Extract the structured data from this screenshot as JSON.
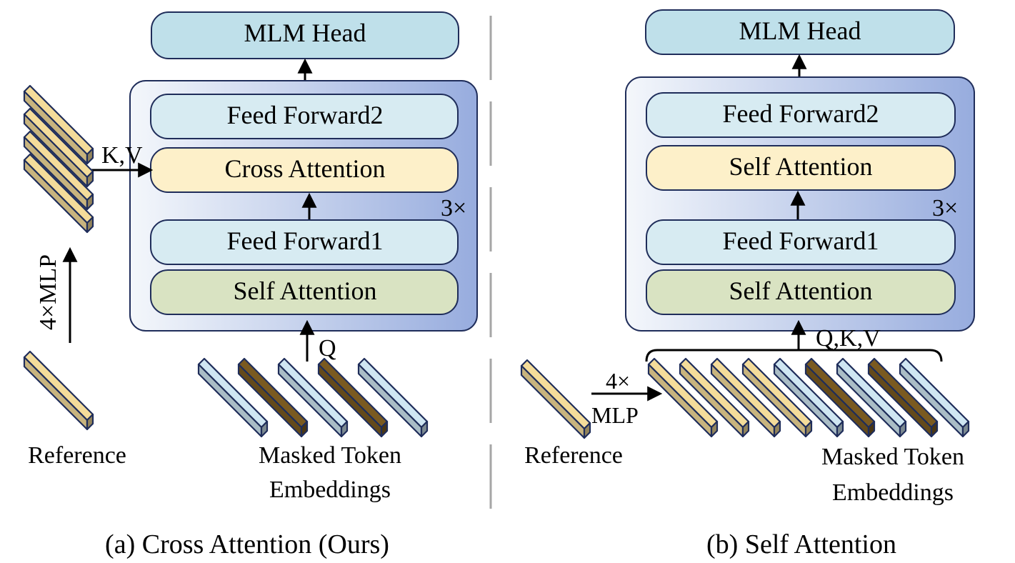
{
  "colors": {
    "head_fill": "#bfe0ea",
    "ff_fill": "#d7ebf2",
    "cross_attn_fill": "#fdf0c9",
    "self_attn_fill": "#d9e3c2",
    "container_grad_start": "#f4f7fb",
    "container_grad_end": "#97acde",
    "box_stroke": "#1f2d5a",
    "token_gold": "#f4dc9a",
    "token_light": "#cfe6f2",
    "token_dark": "#7a5a20",
    "divider": "#a6a6a6"
  },
  "panel_a": {
    "caption": "(a) Cross Attention (Ours)",
    "mlm_head": "MLM Head",
    "feed_forward2": "Feed Forward2",
    "cross_attention": "Cross Attention",
    "feed_forward1": "Feed Forward1",
    "self_attention": "Self Attention",
    "repeat": "3×",
    "kv_label": "K,V",
    "q_label": "Q",
    "mlp_label": "4×MLP",
    "reference": "Reference",
    "masked_line1": "Masked Token",
    "masked_line2": "Embeddings",
    "token_pattern": [
      "light",
      "dark",
      "light",
      "dark",
      "light"
    ]
  },
  "panel_b": {
    "caption": "(b) Self Attention",
    "mlm_head": "MLM Head",
    "feed_forward2": "Feed Forward2",
    "self_attention_top": "Self Attention",
    "feed_forward1": "Feed Forward1",
    "self_attention": "Self Attention",
    "repeat": "3×",
    "qkv_label": "Q,K,V",
    "mlp_top": "4×",
    "mlp_bottom": "MLP",
    "reference": "Reference",
    "masked_line1": "Masked Token",
    "masked_line2": "Embeddings",
    "token_pattern": [
      "gold",
      "gold",
      "gold",
      "gold",
      "light",
      "dark",
      "light",
      "dark",
      "light"
    ]
  }
}
